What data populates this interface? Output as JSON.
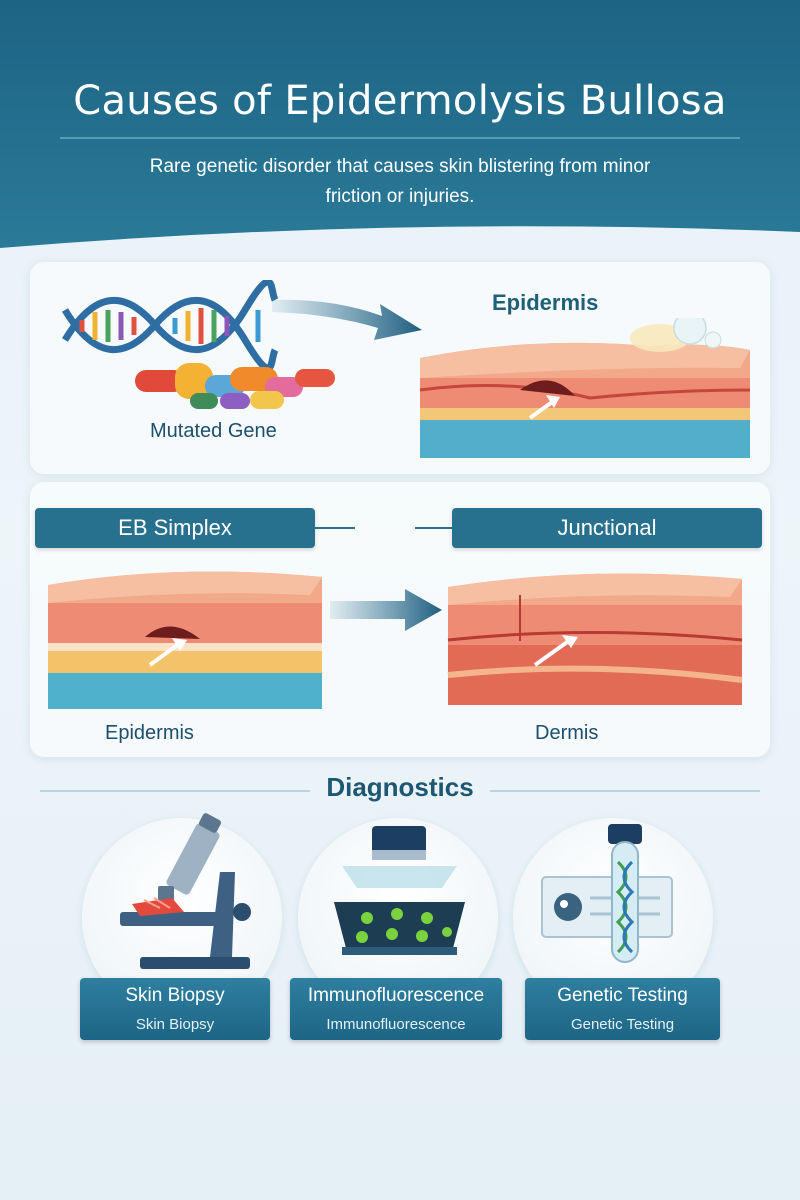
{
  "header": {
    "title": "Causes of Epidermolysis Bullosa",
    "subtitle": "Rare genetic disorder that causes skin blistering from minor friction or injuries."
  },
  "top_panel": {
    "gene_label": "Mutated Gene",
    "skin_label": "Epidermis"
  },
  "types": {
    "left_tag": "EB Simplex",
    "right_tag": "Junctional",
    "left_layer_label": "Epidermis",
    "right_layer_label": "Dermis"
  },
  "diagnostics": {
    "title": "Diagnostics",
    "items": [
      {
        "title": "Skin Biopsy",
        "subtitle": "Skin Biopsy",
        "icon": "microscope-icon"
      },
      {
        "title": "Immunofluorescence",
        "subtitle": "Immunofluorescence",
        "icon": "fluorescence-plate-icon"
      },
      {
        "title": "Genetic Testing",
        "subtitle": "Genetic Testing",
        "icon": "test-tube-dna-icon"
      }
    ]
  },
  "colors": {
    "header_bg": "#22708f",
    "accent": "#27718f",
    "text_dark": "#1c4f6b"
  }
}
